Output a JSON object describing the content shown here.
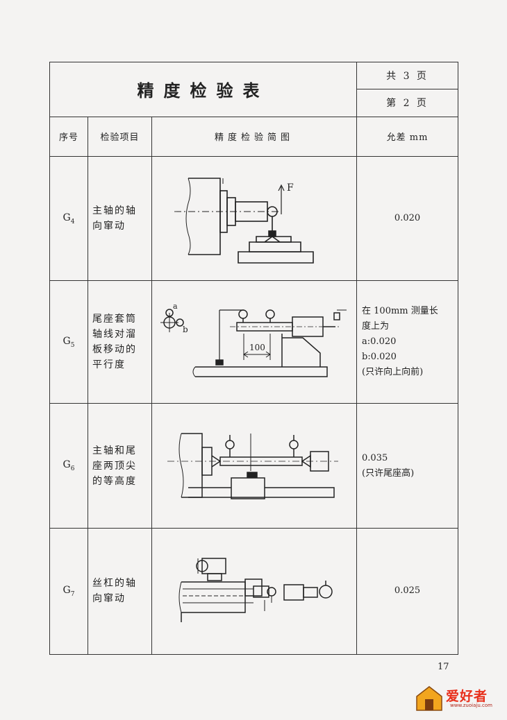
{
  "title": "精度检验表",
  "page_total": "共 3 页",
  "page_current": "第 2 页",
  "headers": {
    "no": "序号",
    "item": "检验项目",
    "figure": "精度检验简图",
    "tolerance": "允差 mm"
  },
  "rows": [
    {
      "no_main": "G",
      "no_sub": "4",
      "item": "主轴的轴向窜动",
      "tol_lines": [
        "0.020"
      ]
    },
    {
      "no_main": "G",
      "no_sub": "5",
      "item": "尾座套筒轴线对溜板移动的平行度",
      "tol_lines": [
        "在 100mm 测量长",
        "度上为",
        "a:0.020",
        "b:0.020",
        "(只许向上向前)"
      ]
    },
    {
      "no_main": "G",
      "no_sub": "6",
      "item": "主轴和尾座两顶尖的等高度",
      "tol_lines": [
        "0.035",
        "(只许尾座高)"
      ]
    },
    {
      "no_main": "G",
      "no_sub": "7",
      "item": "丝杠的轴向窜动",
      "tol_lines": [
        "0.025"
      ]
    }
  ],
  "figure_labels": {
    "force": "F",
    "span": "100",
    "a": "a",
    "b": "b"
  },
  "page_number": "17",
  "watermark": {
    "brand": "爱好者",
    "site": "www.zuoiaju.com"
  }
}
